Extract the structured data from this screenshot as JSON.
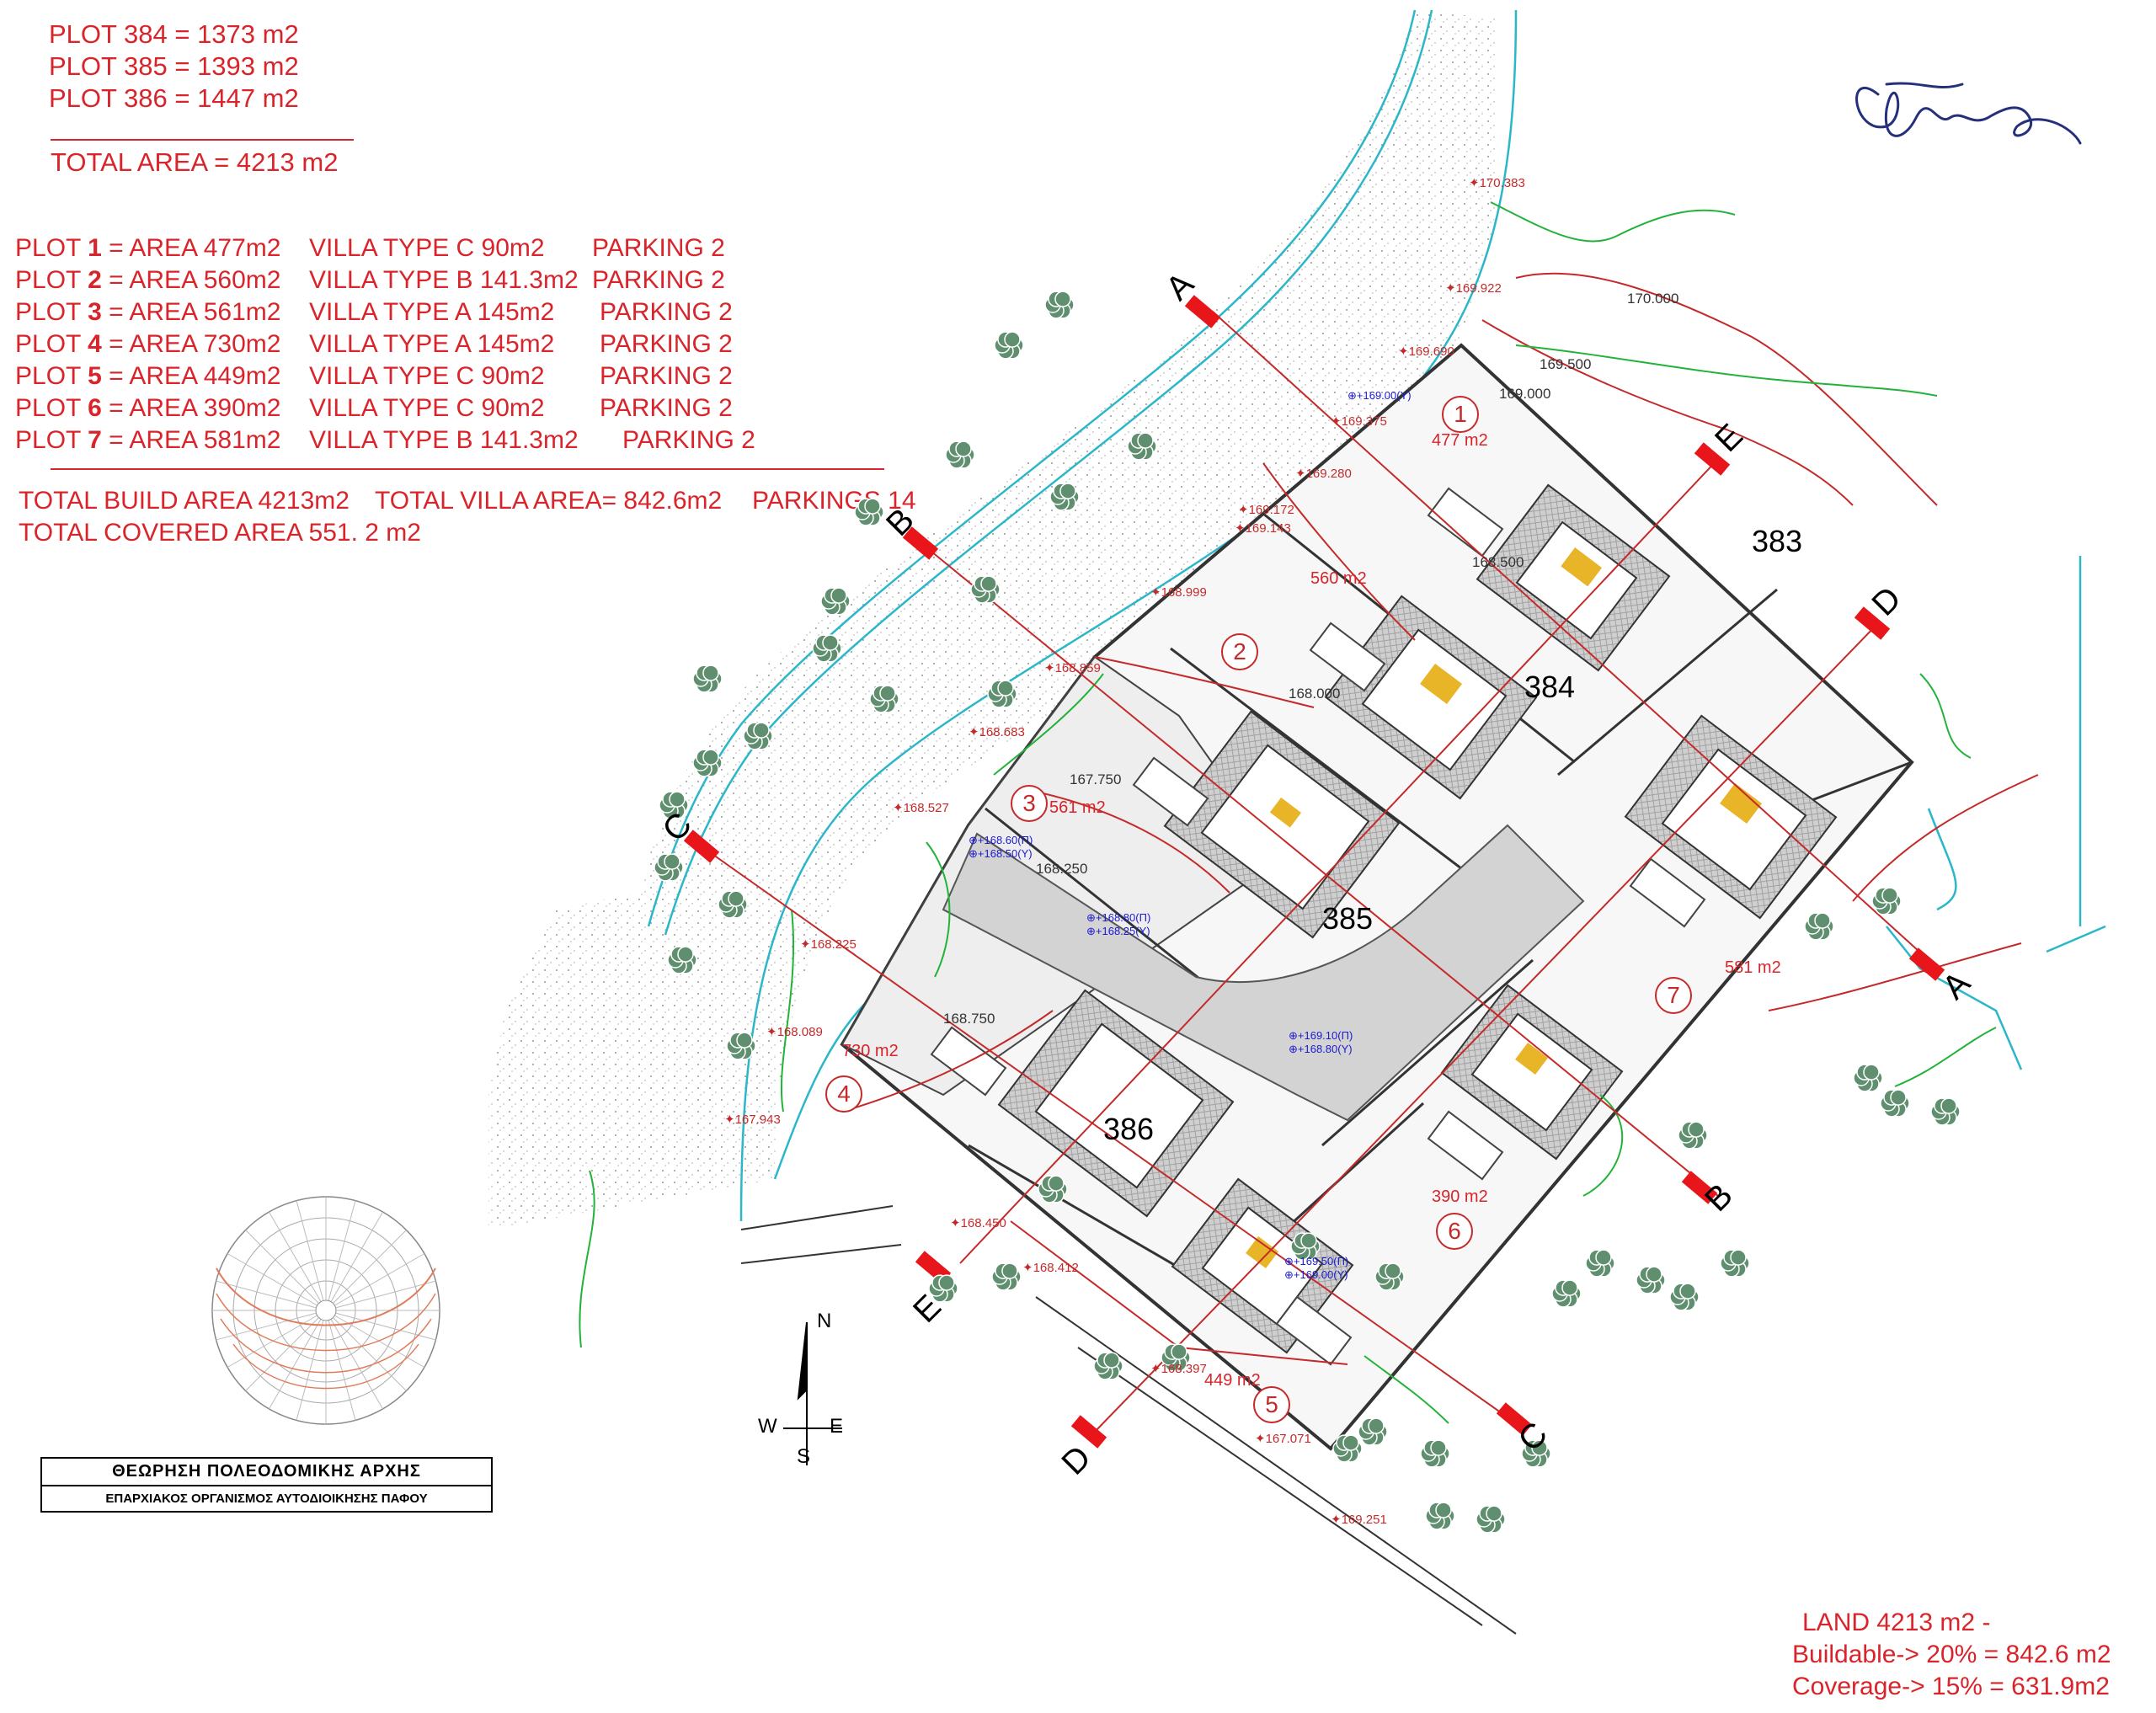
{
  "summary": {
    "plot384": "PLOT 384 = 1373  m2",
    "plot385": "PLOT 385 = 1393 m2",
    "plot386": "PLOT 386 = 1447 m2",
    "total": "TOTAL AREA = 4213 m2"
  },
  "plots": [
    {
      "prefix": "PLOT ",
      "num": "1",
      "area": " = AREA 477m2",
      "villa": "VILLA TYPE C 90m2",
      "parking": "PARKING 2"
    },
    {
      "prefix": "PLOT ",
      "num": "2",
      "area": " = AREA 560m2",
      "villa": "VILLA TYPE B 141.3m2",
      "parking": "PARKING 2"
    },
    {
      "prefix": "PLOT ",
      "num": "3",
      "area": " = AREA 561m2",
      "villa": "VILLA TYPE A 145m2",
      "parking": "PARKING 2"
    },
    {
      "prefix": "PLOT ",
      "num": "4",
      "area": " = AREA 730m2",
      "villa": "VILLA TYPE A 145m2",
      "parking": "PARKING 2"
    },
    {
      "prefix": "PLOT ",
      "num": "5",
      "area": " = AREA 449m2",
      "villa": "VILLA TYPE C 90m2",
      "parking": "PARKING 2"
    },
    {
      "prefix": "PLOT ",
      "num": "6",
      "area": " = AREA 390m2",
      "villa": "VILLA TYPE C 90m2",
      "parking": "PARKING 2"
    },
    {
      "prefix": "PLOT ",
      "num": "7",
      "area": " = AREA 581m2",
      "villa": "VILLA TYPE B 141.3m2",
      "parking": "PARKING 2"
    }
  ],
  "totals": {
    "build": "TOTAL BUILD AREA 4213m2",
    "villa": "TOTAL VILLA AREA= 842.6m2",
    "parkings": "PARKINGS 14",
    "covered": "TOTAL COVERED AREA 551. 2 m2"
  },
  "land": {
    "line1": "LAND  4213 m2 -",
    "line2": "Buildable-> 20% = 842.6 m2",
    "line3": "Coverage-> 15% = 631.9m2"
  },
  "stamp": {
    "title": "ΘΕΩΡΗΣΗ ΠΟΛΕΟΔΟΜΙΚΗΣ ΑΡΧΗΣ",
    "subtitle": "ΕΠΑΡΧΙΑΚΟΣ ΟΡΓΑΝΙΣΜΟΣ ΑΥΤΟΔΙΟΙΚΗΣΗΣ ΠΑΦΟΥ"
  },
  "compass": {
    "n": "N",
    "s": "S",
    "e": "E",
    "w": "W"
  },
  "parcels": {
    "p383": "383",
    "p384": "384",
    "p385": "385",
    "p386": "386"
  },
  "plot_areas": {
    "a1": "477 m2",
    "a2": "560 m2",
    "a3": "561 m2",
    "a4": "730 m2",
    "a5": "449 m2",
    "a6": "390 m2",
    "a7": "581 m2"
  },
  "plot_numbers": [
    "1",
    "2",
    "3",
    "4",
    "5",
    "6",
    "7"
  ],
  "sections": {
    "a": "A",
    "b": "B",
    "c": "C",
    "d": "D",
    "e": "E"
  },
  "spot_levels": [
    "170.383",
    "169.922",
    "169.690",
    "169.375",
    "169.280",
    "169.172",
    "169.143",
    "168.999",
    "168.859",
    "168.683",
    "168.527",
    "168.225",
    "168.089",
    "167.943",
    "168.450",
    "168.412",
    "168.397",
    "167.071",
    "169.251"
  ],
  "contours": [
    "170.000",
    "169.500",
    "169.000",
    "168.500",
    "168.000",
    "167.750",
    "168.250",
    "168.750"
  ],
  "markers": [
    "+169.00(Y)",
    "+168.60(Π)",
    "+168.50(Y)",
    "+168.80(Π)",
    "+168.25(Y)",
    "+169.10(Π)",
    "+168.80(Y)",
    "+169.50(Π)",
    "+169.00(Y)"
  ],
  "colors": {
    "annotation": "#d8242a",
    "contour_green": "#23b23a",
    "road_cyan": "#2bb7c9",
    "marker_blue": "#1a1ad1",
    "section_red": "#e8161b",
    "paving": "#d3d3d3",
    "tree": "#5f8f6f",
    "signature": "#25307a"
  }
}
